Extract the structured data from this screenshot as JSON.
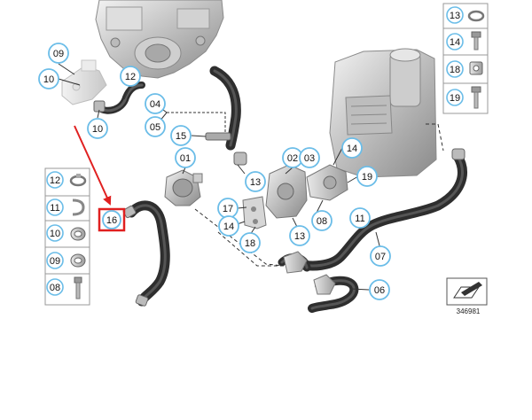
{
  "callouts": {
    "c09": "09",
    "c10a": "10",
    "c12": "12",
    "c04": "04",
    "c05": "05",
    "c10b": "10",
    "c15": "15",
    "c01": "01",
    "c13a": "13",
    "c02": "02",
    "c03": "03",
    "c14a": "14",
    "c19": "19",
    "c17": "17",
    "c14b": "14",
    "c18": "18",
    "c13b": "13",
    "c08": "08",
    "c11": "11",
    "c07": "07",
    "c06": "06",
    "c16": "16"
  },
  "legend_left": {
    "items": [
      {
        "label": "12",
        "icon": "hose-clamp-icon"
      },
      {
        "label": "11",
        "icon": "spring-clip-icon"
      },
      {
        "label": "10",
        "icon": "hose-clamp-screw-icon"
      },
      {
        "label": "09",
        "icon": "clamp-band-icon"
      },
      {
        "label": "08",
        "icon": "bolt-icon"
      }
    ]
  },
  "legend_right": {
    "items": [
      {
        "label": "13",
        "icon": "hose-clamp-icon"
      },
      {
        "label": "14",
        "icon": "screw-icon"
      },
      {
        "label": "18",
        "icon": "nut-icon"
      },
      {
        "label": "19",
        "icon": "bolt-icon"
      }
    ]
  },
  "doc_number": "346981",
  "colors": {
    "callout_circle": "#6bbde8",
    "highlight": "#e02020",
    "hose": "#2e2e2e",
    "part": "#9a9a9a"
  }
}
